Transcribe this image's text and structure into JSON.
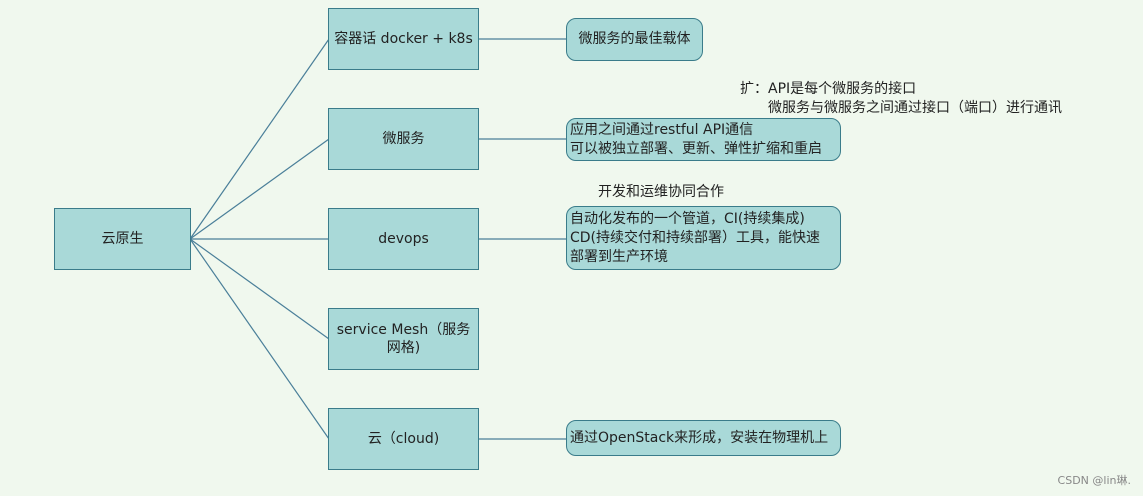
{
  "root": {
    "label": "云原生"
  },
  "branches": [
    {
      "label": "容器话 docker + k8s"
    },
    {
      "label": "微服务"
    },
    {
      "label": "devops"
    },
    {
      "label": "service Mesh（服务网格)"
    },
    {
      "label": "云（cloud)"
    }
  ],
  "leaves": [
    {
      "lines": [
        "微服务的最佳载体"
      ]
    },
    {
      "lines": [
        "应用之间通过restful API通信",
        "可以被独立部署、更新、弹性扩缩和重启"
      ]
    },
    {
      "lines": [
        "自动化发布的一个管道，CI(持续集成)",
        "CD(持续交付和持续部署）工具，能快速",
        "部署到生产环境"
      ]
    },
    {
      "lines": [
        "通过OpenStack来形成，安装在物理机上"
      ]
    }
  ],
  "notes": {
    "api_line1": "扩：API是每个微服务的接口",
    "api_line2": "微服务与微服务之间通过接口（端口）进行通讯",
    "devops": "开发和运维协同合作"
  },
  "watermark": "CSDN @lin琳."
}
